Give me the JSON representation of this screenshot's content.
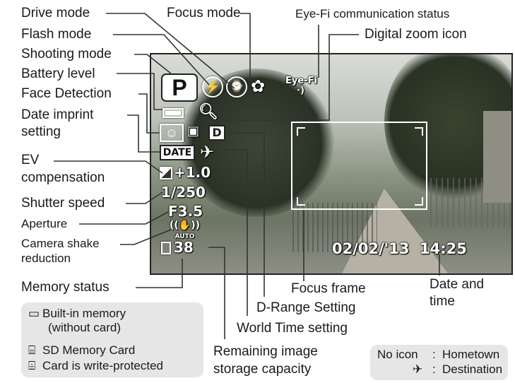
{
  "labels": {
    "drive_mode": "Drive mode",
    "focus_mode": "Focus mode",
    "eyefi_status": "Eye-Fi communication status",
    "digital_zoom": "Digital zoom icon",
    "flash_mode": "Flash mode",
    "shooting_mode": "Shooting mode",
    "battery_level": "Battery level",
    "face_detection": "Face Detection",
    "date_imprint_1": "Date imprint",
    "date_imprint_2": "setting",
    "ev_1": "EV",
    "ev_2": "compensation",
    "shutter_speed": "Shutter speed",
    "aperture": "Aperture",
    "shake_1": "Camera shake",
    "shake_2": "reduction",
    "memory_status": "Memory status",
    "focus_frame": "Focus frame",
    "date_time_1": "Date and",
    "date_time_2": "time",
    "drange": "D-Range Setting",
    "world_time": "World Time setting",
    "remaining_1": "Remaining image",
    "remaining_2": "storage capacity"
  },
  "screen": {
    "mode_letter": "P",
    "eyefi_text": "Eye-Fi",
    "date_badge": "DATE",
    "drange_badge": "D",
    "ev_value": "+1.0",
    "shutter_value": "1/250",
    "aperture_value": "F3.5",
    "shake_auto": "AUTO",
    "remaining_count": "38",
    "datetime": "02/02/'13  14:25"
  },
  "memory_box": {
    "builtin_1": "Built-in memory",
    "builtin_2": "(without card)",
    "sd_card": "SD Memory Card",
    "protected": "Card is write-protected"
  },
  "world_box": {
    "line1_key": "No icon",
    "line1_sep": ":",
    "line1_val": "Hometown",
    "line2_sep": ":",
    "line2_val": "Destination"
  }
}
